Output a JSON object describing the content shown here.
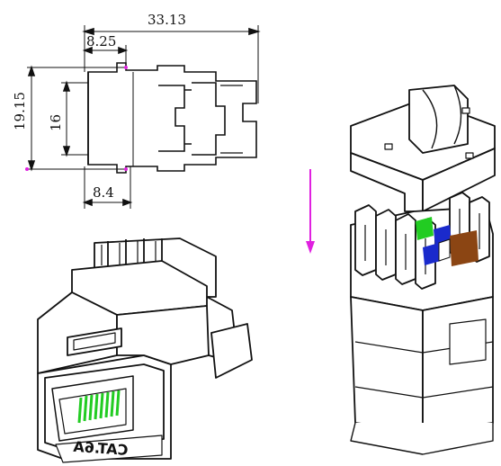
{
  "dimensions": {
    "overall_length": "33.13",
    "top_offset": "8.25",
    "overall_height": "19.15",
    "inner_height": "16",
    "bottom_offset": "8.4"
  },
  "front_view": {
    "label": "CAT.6A"
  },
  "exploded_view": {
    "arrow_color": "#e020e0"
  },
  "colors": {
    "line": "#111111",
    "pin_green": "#22cc22",
    "wire_blue": "#1a2acc",
    "wire_brown": "#8b4513",
    "accent_magenta": "#e020e0"
  }
}
